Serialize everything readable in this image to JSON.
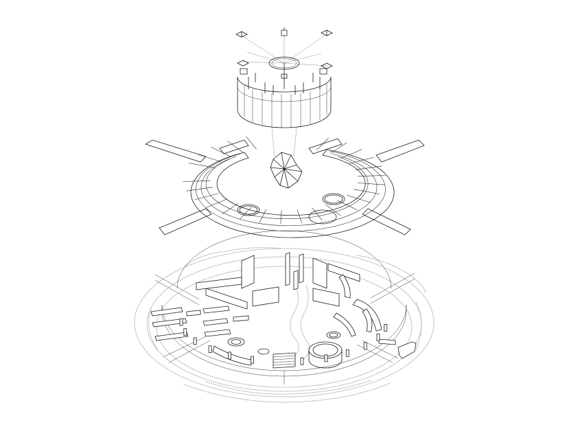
{
  "drawing": {
    "type": "exploded axonometric",
    "style": "black line drawing on white",
    "layers": [
      {
        "name": "suspended-canopy",
        "parts": [
          "ring-frame",
          "cable-anchors",
          "hanging-panels",
          "center-mast"
        ]
      },
      {
        "name": "gridded-ring-deck",
        "parts": [
          "radial-grid",
          "circular-openings",
          "straight-walkways",
          "suspended-sculpture"
        ]
      },
      {
        "name": "ground-plan",
        "parts": [
          "landscape-halo",
          "interior-walls",
          "benches",
          "planters",
          "stairs",
          "paved-path"
        ]
      }
    ]
  },
  "colors": {
    "ink": "#1a1a1a",
    "background": "#ffffff",
    "stipple": "#9a9a9a"
  }
}
